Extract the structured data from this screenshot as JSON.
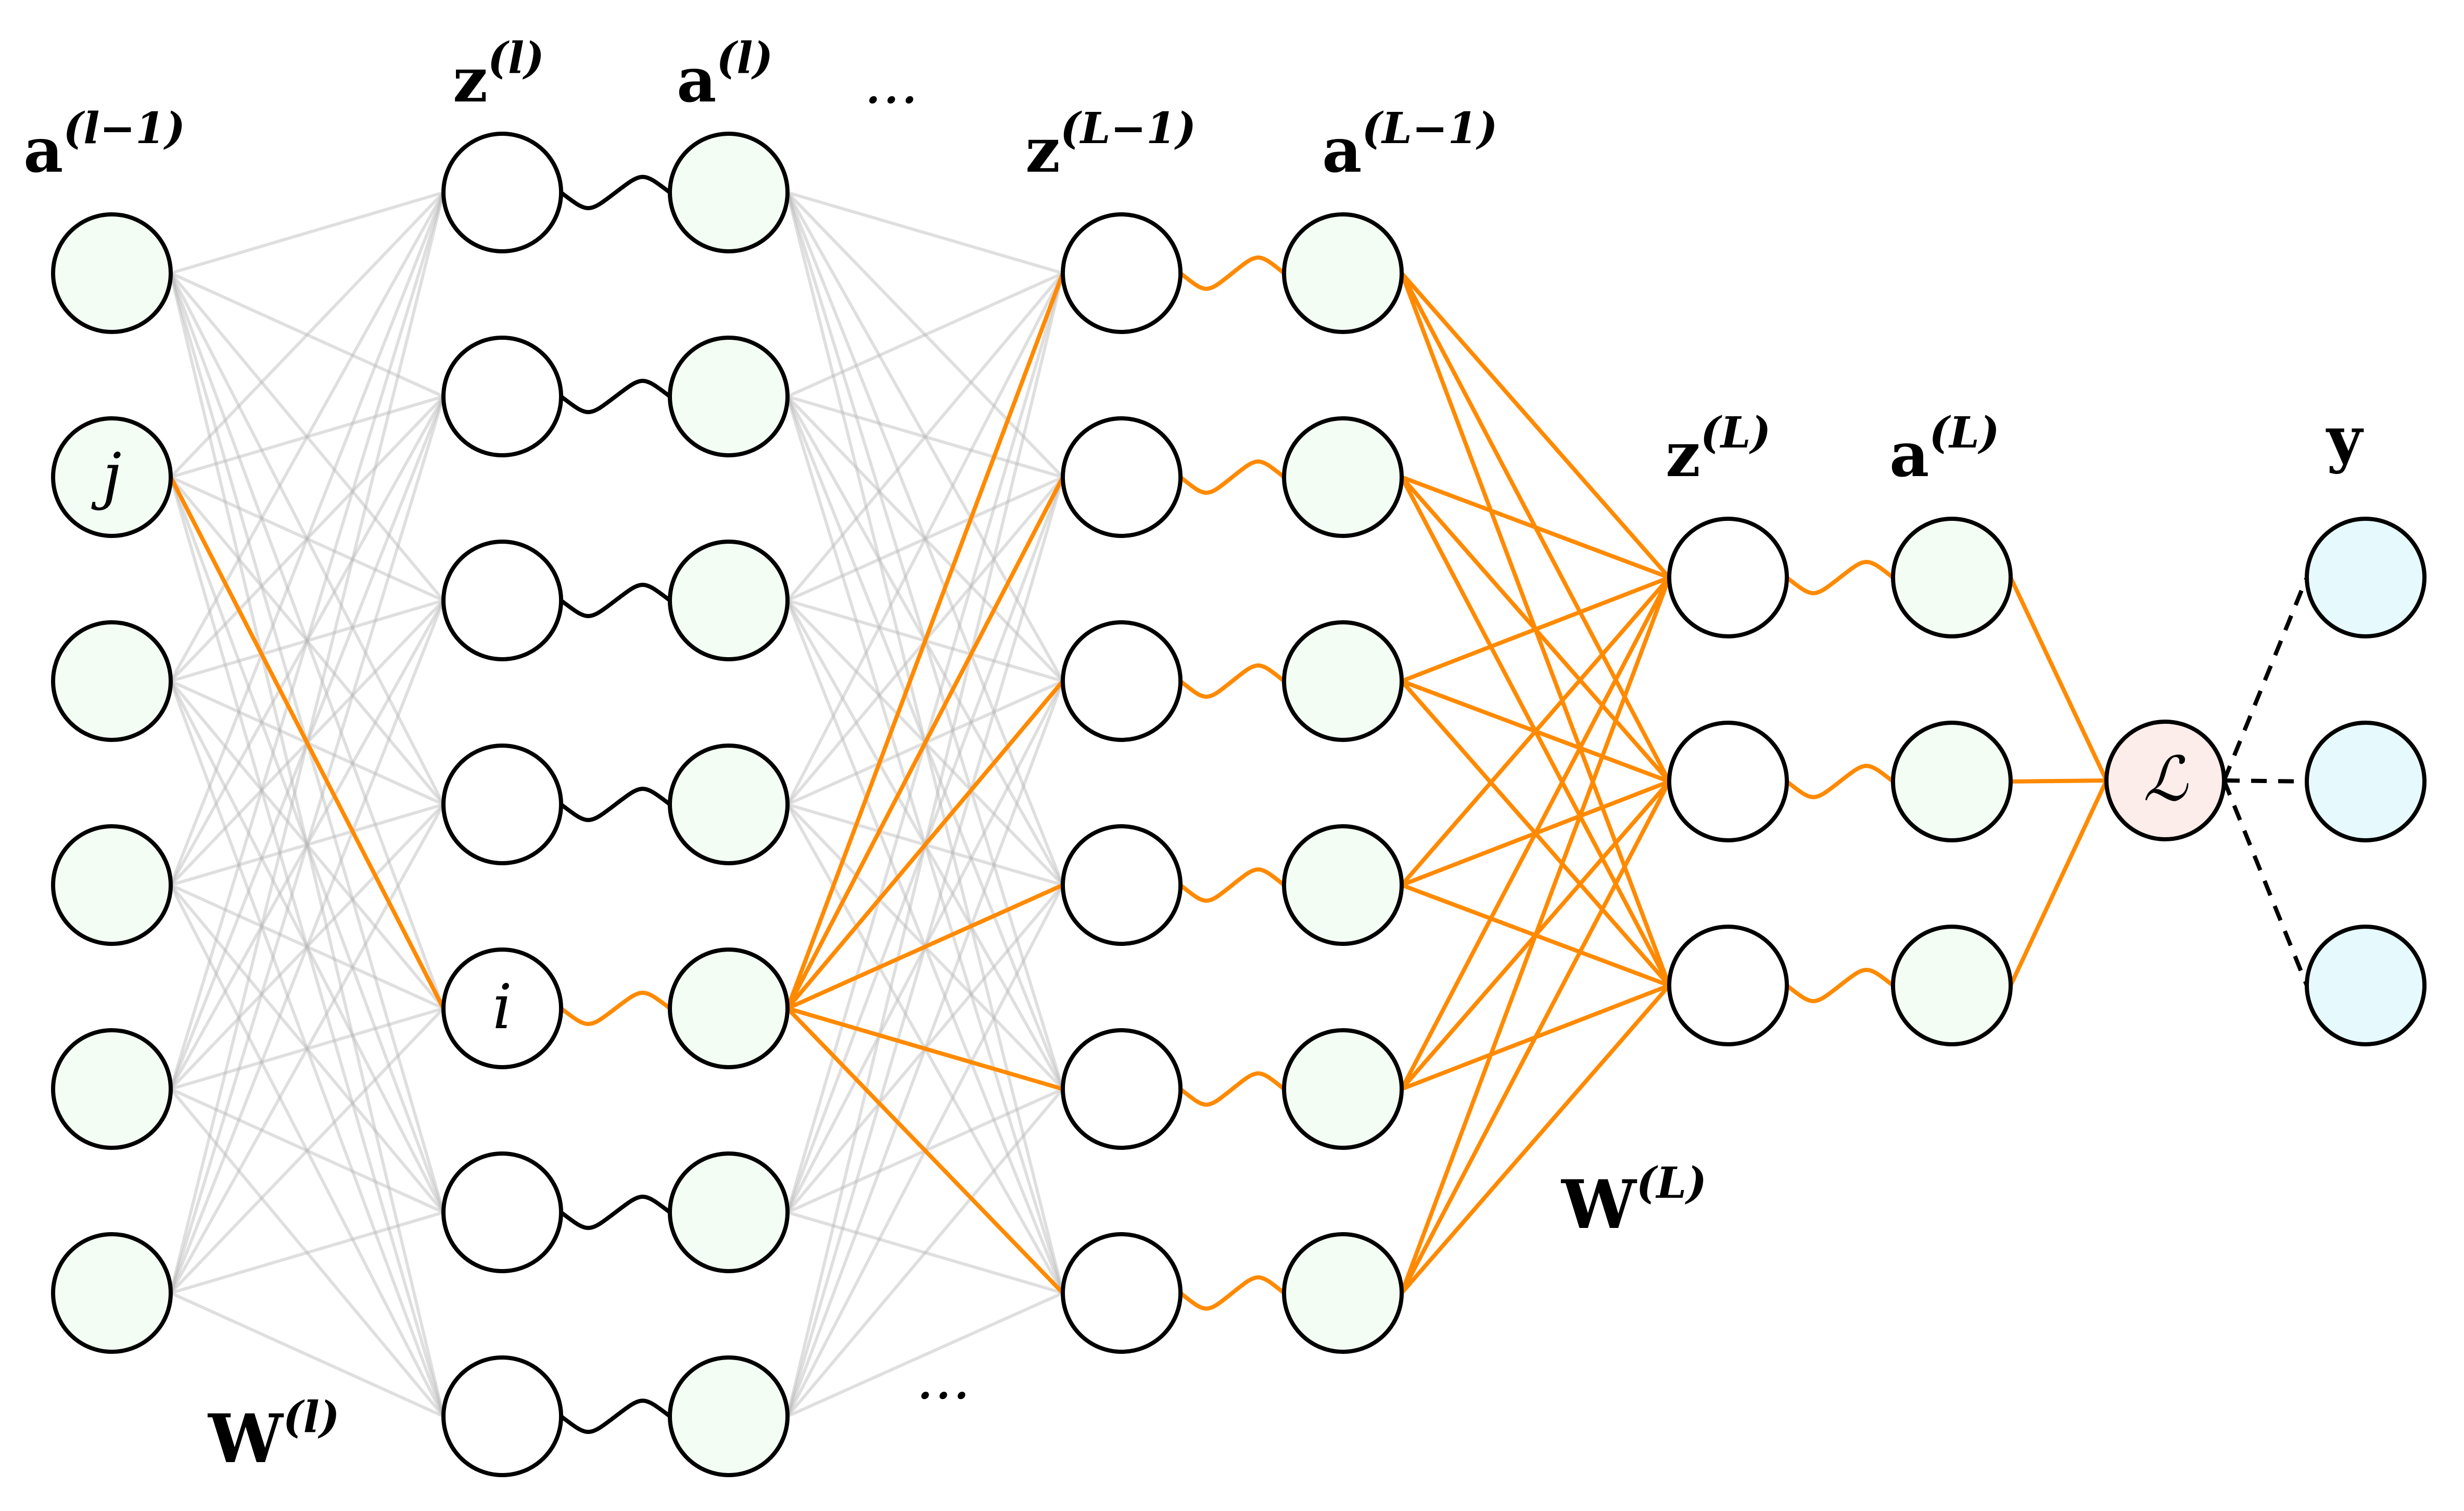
{
  "colors": {
    "node_stroke": "#000000",
    "hidden_fill": "#f3fdf3",
    "pre_fill": "#ffffff",
    "loss_fill": "#fcecea",
    "target_fill": "#e6f9fc",
    "highlight": "#ff8a00",
    "faint_edge": "#b8b8b8"
  },
  "labels": {
    "a_prev": {
      "base": "a",
      "sup": "(l−1)"
    },
    "z_l": {
      "base": "z",
      "sup": "(l)"
    },
    "a_l": {
      "base": "a",
      "sup": "(l)"
    },
    "z_Lm1": {
      "base": "z",
      "sup": "(L−1)"
    },
    "a_Lm1": {
      "base": "a",
      "sup": "(L−1)"
    },
    "z_L": {
      "base": "z",
      "sup": "(L)"
    },
    "a_L": {
      "base": "a",
      "sup": "(L)"
    },
    "y": {
      "base": "y"
    },
    "W_l": {
      "base": "W",
      "sup": "(l)"
    },
    "W_L": {
      "base": "W",
      "sup": "(L)"
    },
    "dots_top": "···",
    "dots_bottom": "···"
  },
  "nodes": {
    "j_label": "j",
    "i_label": "i",
    "loss_label": "ℒ"
  },
  "diagram": {
    "layer_sizes": {
      "a_prev": 6,
      "layer_l": 7,
      "layer_Lm1": 6,
      "layer_L": 3,
      "target": 3
    },
    "highlighted_prev_index": 1,
    "highlighted_l_index": 4,
    "highlighted_path_to_loss": true
  }
}
